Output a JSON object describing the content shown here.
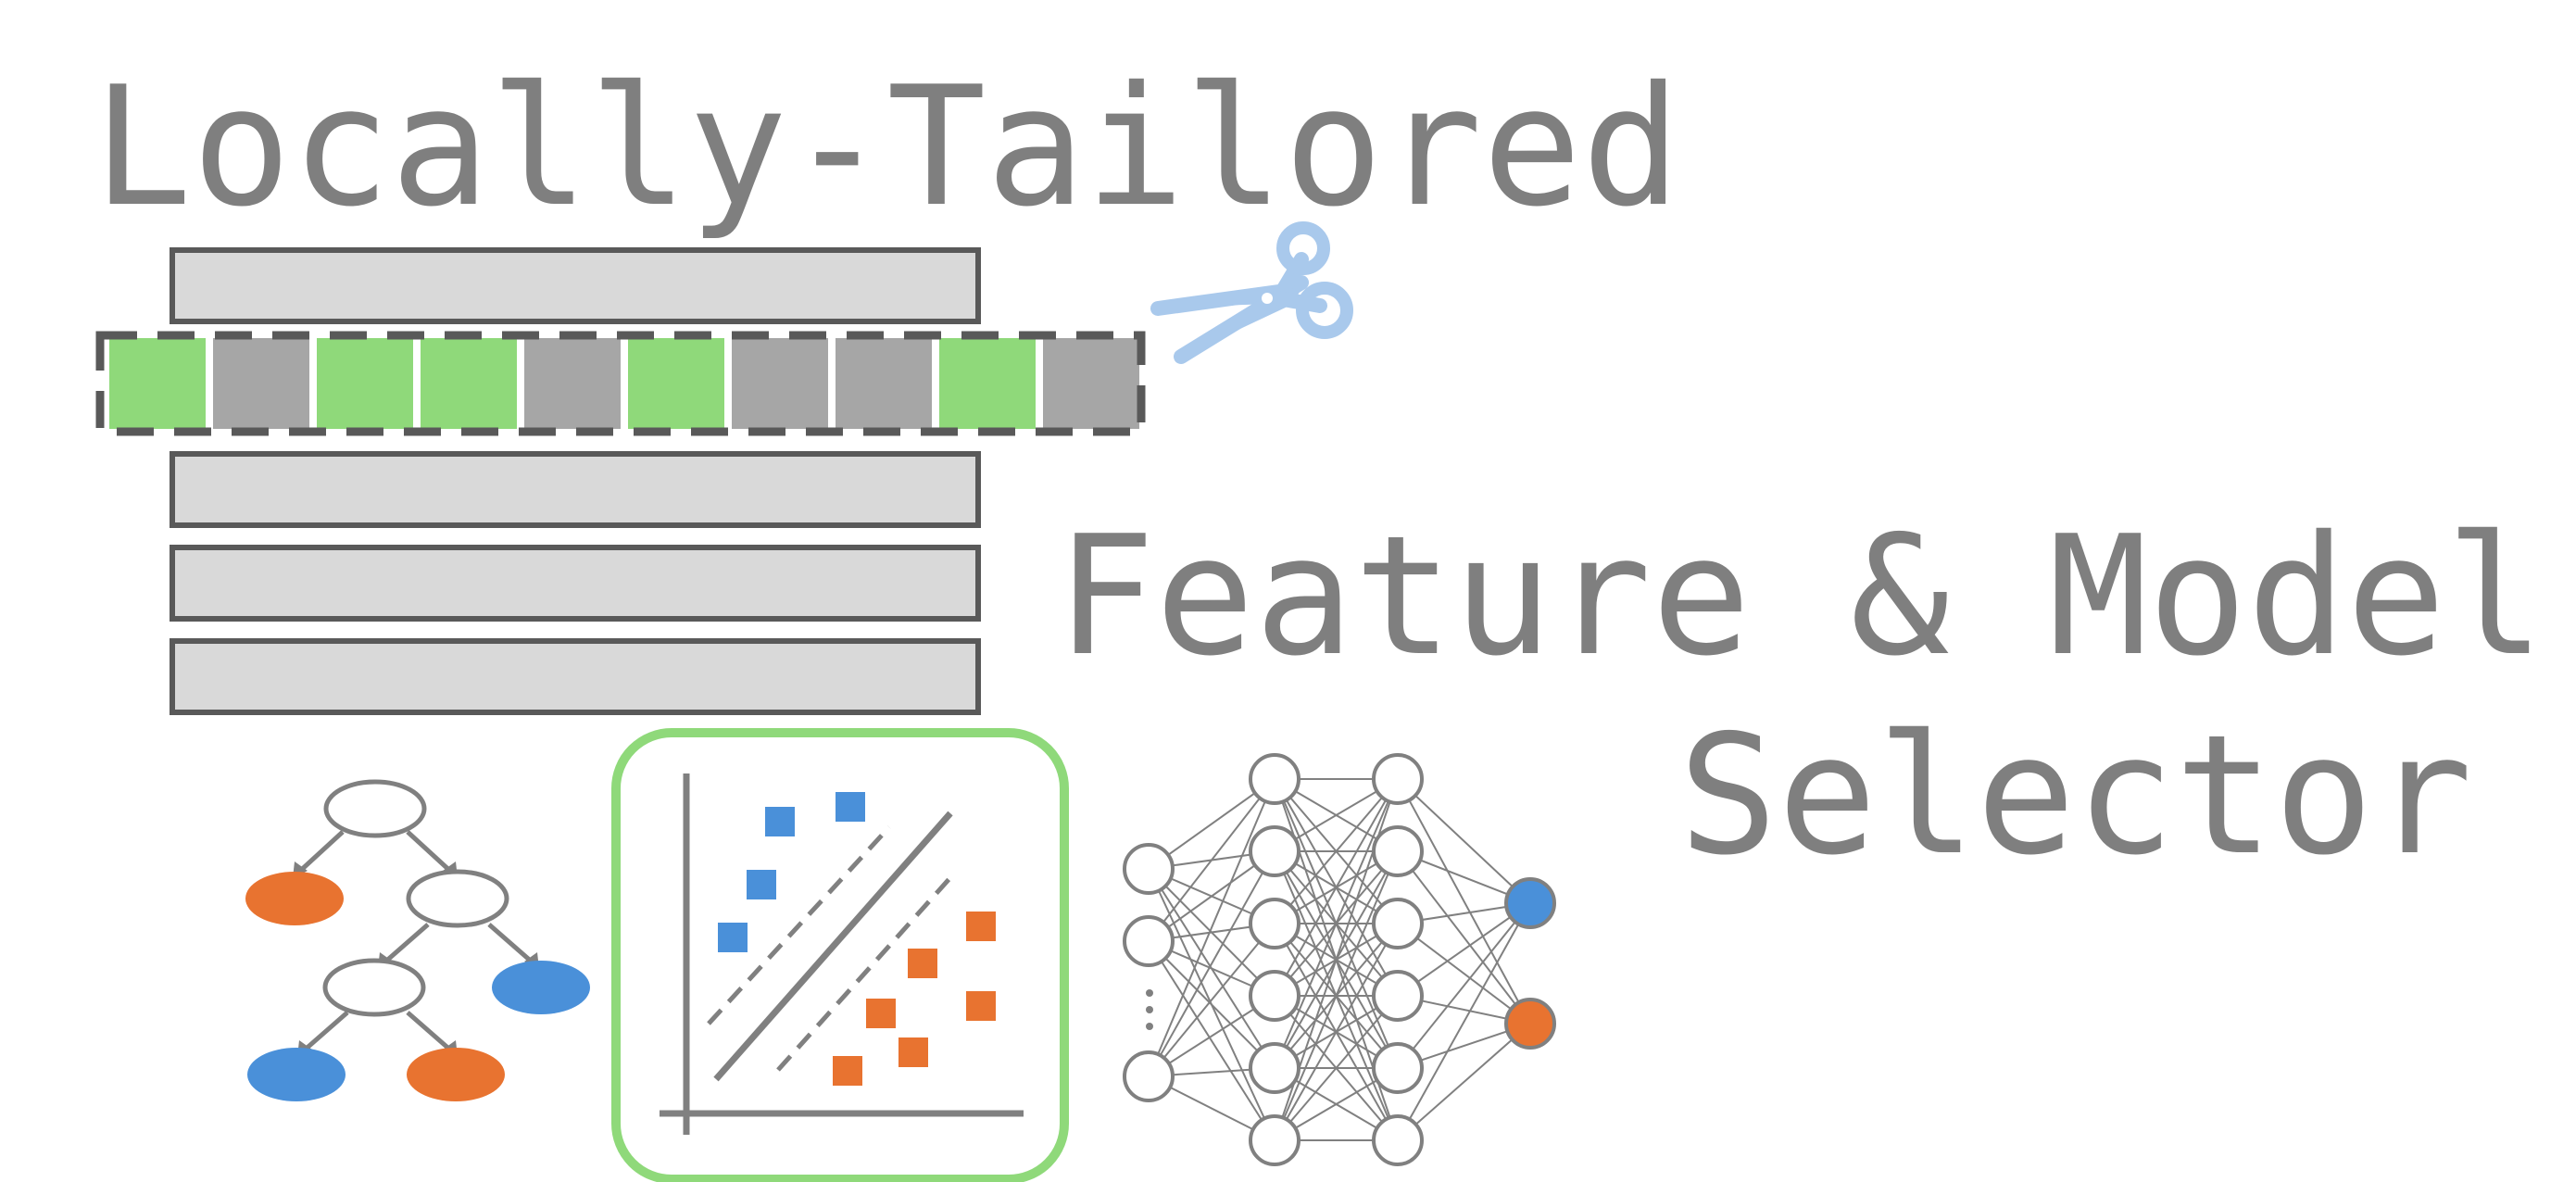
{
  "titles": {
    "top": "Locally-Tailored",
    "right_line1": "Feature & Model",
    "right_line2": "Selector"
  },
  "colors": {
    "text": "#7f7f7f",
    "outline": "#595959",
    "bar_fill": "#d9d9d9",
    "selected_feature": "#8fd97a",
    "unselected_feature": "#a6a6a6",
    "scissors": "#a9c9ec",
    "class_blue": "#4a90d9",
    "class_orange": "#e87330",
    "model_highlight": "#8fd97a",
    "network_lines": "#808080"
  },
  "feature_strip": {
    "cells": [
      "selected",
      "unselected",
      "selected",
      "selected",
      "unselected",
      "selected",
      "unselected",
      "unselected",
      "selected",
      "unselected"
    ]
  },
  "icons": {
    "scissors": "scissors-icon",
    "decision_tree": "decision-tree-icon",
    "svm": "svm-icon",
    "neural_network": "neural-network-icon"
  },
  "selected_model": "svm"
}
